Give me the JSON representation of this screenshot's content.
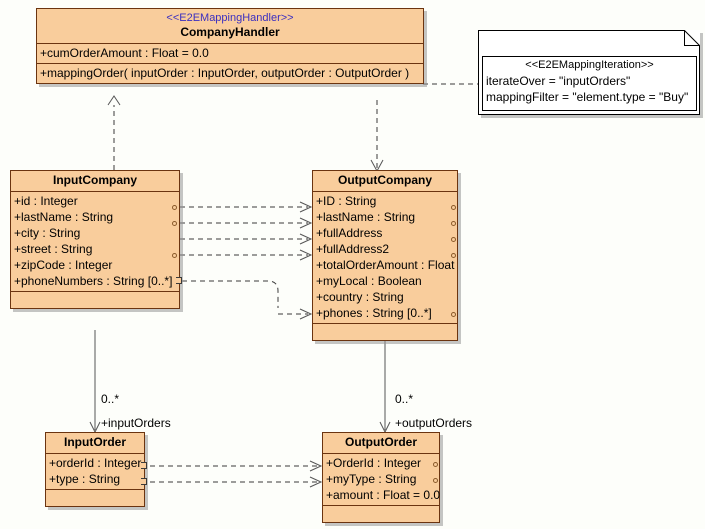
{
  "diagram": {
    "type": "uml-class-diagram",
    "background_color": "#fdfefa",
    "class_fill_color": "#f9cd9c",
    "class_border_color": "#6b3410",
    "stereotype_color": "#3b2fc0"
  },
  "classes": [
    {
      "id": "company-handler",
      "stereotype": "<<E2EMappingHandler>>",
      "name": "CompanyHandler",
      "attributes": [
        "+cumOrderAmount : Float = 0.0"
      ],
      "operations": [
        "+mappingOrder( inputOrder : InputOrder, outputOrder : OutputOrder )"
      ]
    },
    {
      "id": "input-company",
      "stereotype": "",
      "name": "InputCompany",
      "attributes": [
        "+id : Integer",
        "+lastName : String",
        "+city : String",
        "+street : String",
        "+zipCode : Integer",
        "+phoneNumbers : String [0..*]"
      ],
      "operations": []
    },
    {
      "id": "output-company",
      "stereotype": "",
      "name": "OutputCompany",
      "attributes": [
        "+ID : String",
        "+lastName : String",
        "+fullAddress",
        "+fullAddress2",
        "+totalOrderAmount : Float",
        "+myLocal : Boolean",
        "+country : String",
        "+phones : String [0..*]"
      ],
      "operations": []
    },
    {
      "id": "input-order",
      "stereotype": "",
      "name": "InputOrder",
      "attributes": [
        "+orderId : Integer",
        "+type : String"
      ],
      "operations": []
    },
    {
      "id": "output-order",
      "stereotype": "",
      "name": "OutputOrder",
      "attributes": [
        "+OrderId : Integer",
        "+myType : String",
        "+amount : Float = 0.0"
      ],
      "operations": []
    }
  ],
  "note": {
    "id": "mapping-iteration-note",
    "stereotype": "<<E2EMappingIteration>>",
    "lines": [
      "iterateOver = \"inputOrders\"",
      "mappingFilter = \"element.type = \"Buy\""
    ]
  },
  "associations": [
    {
      "id": "input-orders",
      "multiplicity": "0..*",
      "role": "+inputOrders",
      "from": "InputCompany",
      "to": "InputOrder"
    },
    {
      "id": "output-orders",
      "multiplicity": "0..*",
      "role": "+outputOrders",
      "from": "OutputCompany",
      "to": "OutputOrder"
    }
  ]
}
